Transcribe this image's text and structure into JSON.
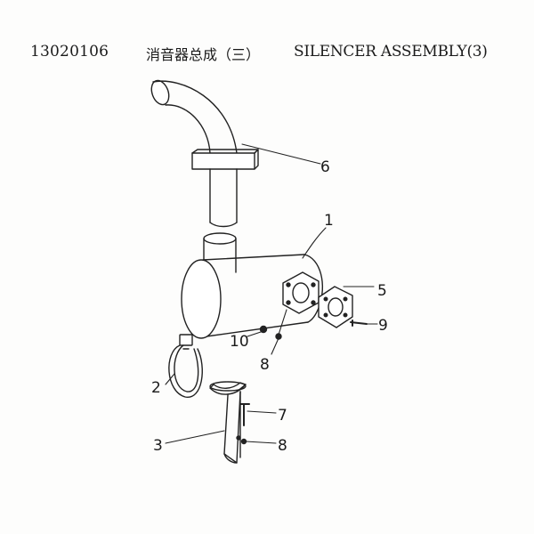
{
  "header": {
    "part_number": "13020106",
    "title_cn": "消音器总成（三）",
    "title_en": "SILENCER ASSEMBLY(3)"
  },
  "callouts": {
    "c1": "1",
    "c2": "2",
    "c3": "3",
    "c5": "5",
    "c6": "6",
    "c7": "7",
    "c8a": "8",
    "c8b": "8",
    "c9": "9",
    "c10": "10"
  }
}
